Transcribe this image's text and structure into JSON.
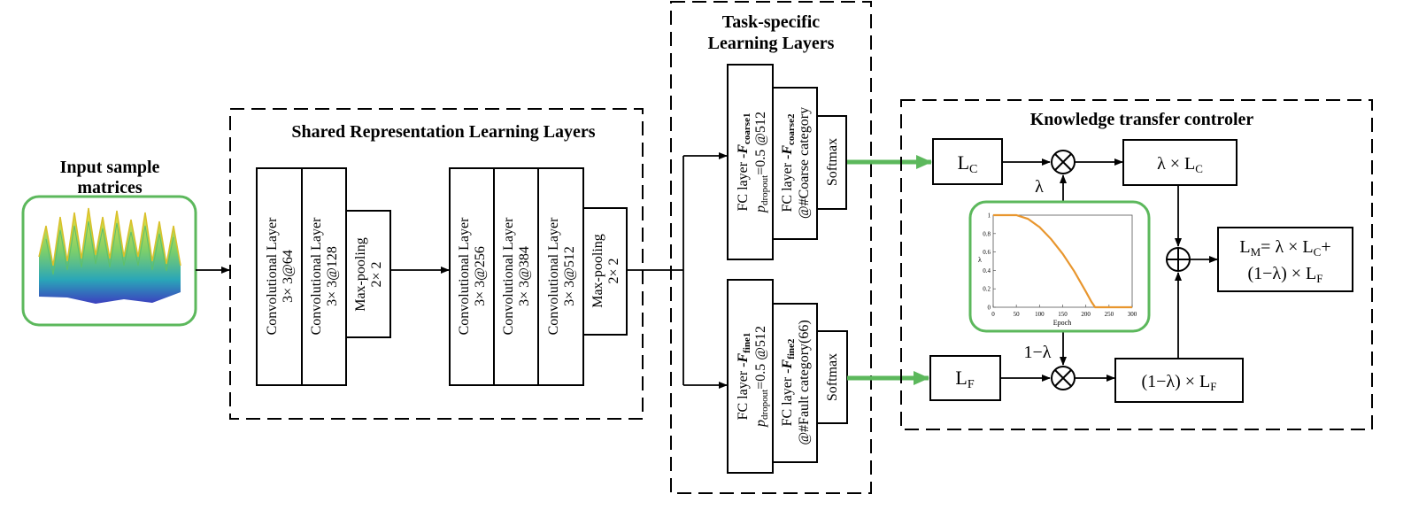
{
  "input": {
    "title_line1": "Input sample",
    "title_line2": "matrices"
  },
  "shared": {
    "title": "Shared Representation Learning Layers",
    "blocks": [
      {
        "line1": "Convolutional Layer",
        "line2": "3× 3@64"
      },
      {
        "line1": "Convolutional Layer",
        "line2": "3× 3@128"
      },
      {
        "line1": "Max-pooling",
        "line2": "2× 2"
      },
      {
        "line1": "Convolutional Layer",
        "line2": "3× 3@256"
      },
      {
        "line1": "Convolutional Layer",
        "line2": "3× 3@384"
      },
      {
        "line1": "Convolutional Layer",
        "line2": "3× 3@512"
      },
      {
        "line1": "Max-pooling",
        "line2": "2× 2"
      }
    ]
  },
  "task": {
    "title_line1": "Task-specific",
    "title_line2": "Learning Layers",
    "coarse": {
      "fc1_prefix": "FC layer -",
      "fc1_var": "F",
      "fc1_sub": "coarse1",
      "fc1_p": "p",
      "fc1_p_sub": "dropout",
      "fc1_rest": "=0.5  @512",
      "fc2_prefix": "FC layer -",
      "fc2_var": "F",
      "fc2_sub": "coarse2",
      "fc2_line2": "@#Coarse category",
      "softmax": "Softmax"
    },
    "fine": {
      "fc1_prefix": "FC layer -",
      "fc1_var": "F",
      "fc1_sub": "fine1",
      "fc1_p": "p",
      "fc1_p_sub": "dropout",
      "fc1_rest": "=0.5  @512",
      "fc2_prefix": "FC layer -",
      "fc2_var": "F",
      "fc2_sub": "fine2",
      "fc2_line2": "@#Fault category(66)",
      "softmax": "Softmax"
    }
  },
  "controller": {
    "title": "Knowledge transfer controler",
    "lc": {
      "base": "L",
      "sub": "C"
    },
    "lf": {
      "base": "L",
      "sub": "F"
    },
    "lambda": "λ",
    "one_minus_lambda": "1−λ",
    "lambda_lc": {
      "pre": "λ × L",
      "sub": "C"
    },
    "lambda_lf": {
      "pre": "(1−λ) × L",
      "sub": "F"
    },
    "lm_line1": {
      "a": "L",
      "a_sub": "M",
      "b": "= λ × L",
      "b_sub": "C",
      "c": "+"
    },
    "lm_line2": {
      "pre": "(1−λ) × L",
      "sub": "F"
    },
    "accent": "#5cb85c",
    "schedule_color": "#e8962e"
  },
  "chart_data": {
    "type": "line",
    "x": [
      0,
      25,
      50,
      75,
      100,
      125,
      150,
      175,
      200,
      212,
      220,
      225,
      250,
      275,
      300
    ],
    "y": [
      1,
      1,
      1,
      0.96,
      0.87,
      0.74,
      0.58,
      0.39,
      0.17,
      0.06,
      0,
      0,
      0,
      0,
      0
    ],
    "xlabel": "Epoch",
    "ylabel": "λ",
    "xlim": [
      0,
      300
    ],
    "ylim": [
      0,
      1
    ],
    "xticks": [
      "0",
      "50",
      "100",
      "150",
      "200",
      "250",
      "300"
    ],
    "yticks": [
      "0",
      "0.2",
      "0.4",
      "0.6",
      "0.8",
      "1"
    ],
    "grid": false
  }
}
